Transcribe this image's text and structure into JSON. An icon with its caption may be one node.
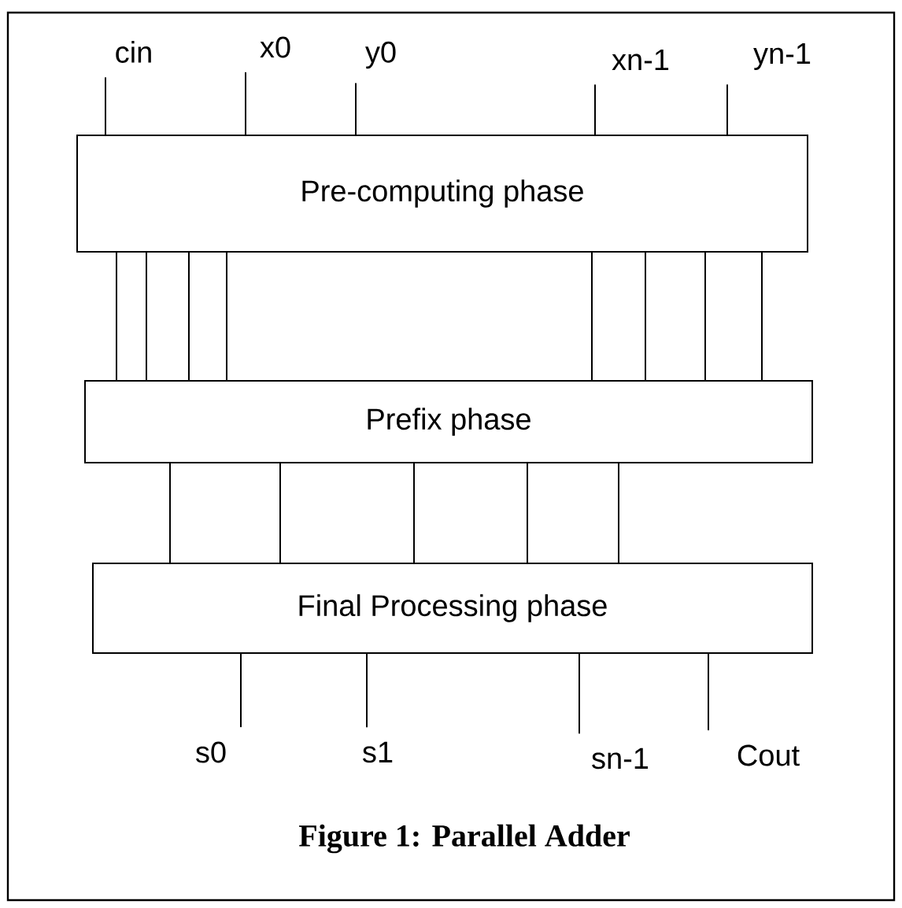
{
  "diagram": {
    "caption": "Figure 1: Parallel Adder",
    "nodes": [
      {
        "text": [
          "cin"
        ]
      },
      {
        "text": [
          "x0"
        ]
      },
      {
        "text": [
          "y0"
        ]
      },
      {
        "text": [
          "xn-1"
        ]
      },
      {
        "text": [
          "yn-1"
        ]
      },
      {
        "text": [
          "Pre-computing phase"
        ]
      },
      {
        "text": [
          "Prefix phase"
        ]
      },
      {
        "text": [
          "Final Processing phase"
        ]
      },
      {
        "text": [
          "s0"
        ]
      },
      {
        "text": [
          "s1"
        ]
      },
      {
        "text": [
          "sn-1"
        ]
      },
      {
        "text": [
          "Cout"
        ]
      }
    ],
    "edges": [
      {
        "from": 0,
        "to": 5,
        "arrow": "none"
      },
      {
        "from": 1,
        "to": 5,
        "arrow": "none"
      },
      {
        "from": 2,
        "to": 5,
        "arrow": "none"
      },
      {
        "from": 3,
        "to": 5,
        "arrow": "none"
      },
      {
        "from": 4,
        "to": 5,
        "arrow": "none"
      },
      {
        "from": 5,
        "to": 6,
        "arrow": "none"
      },
      {
        "from": 5,
        "to": 6,
        "arrow": "none"
      },
      {
        "from": 5,
        "to": 6,
        "arrow": "none"
      },
      {
        "from": 5,
        "to": 6,
        "arrow": "none"
      },
      {
        "from": 5,
        "to": 6,
        "arrow": "none"
      },
      {
        "from": 5,
        "to": 6,
        "arrow": "none"
      },
      {
        "from": 5,
        "to": 6,
        "arrow": "none"
      },
      {
        "from": 5,
        "to": 6,
        "arrow": "none"
      },
      {
        "from": 6,
        "to": 7,
        "arrow": "none"
      },
      {
        "from": 6,
        "to": 7,
        "arrow": "none"
      },
      {
        "from": 6,
        "to": 7,
        "arrow": "none"
      },
      {
        "from": 6,
        "to": 7,
        "arrow": "none"
      },
      {
        "from": 6,
        "to": 7,
        "arrow": "none"
      },
      {
        "from": 7,
        "to": 8,
        "arrow": "none"
      },
      {
        "from": 7,
        "to": 9,
        "arrow": "none"
      },
      {
        "from": 7,
        "to": 10,
        "arrow": "none"
      },
      {
        "from": 7,
        "to": 11,
        "arrow": "none"
      }
    ]
  }
}
